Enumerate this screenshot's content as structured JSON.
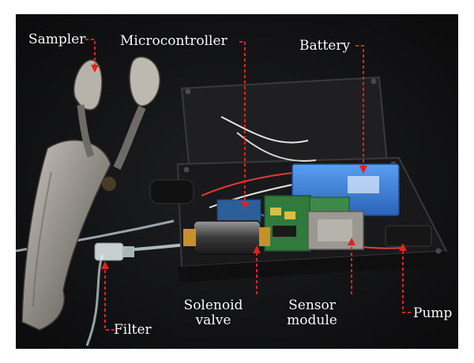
{
  "figure": {
    "labels": {
      "sampler": "Sampler",
      "microcontroller": "Microcontroller",
      "battery": "Battery",
      "filter": "Filter",
      "solenoid_line1": "Solenoid",
      "solenoid_line2": "valve",
      "sensor_line1": "Sensor",
      "sensor_line2": "module",
      "pump": "Pump"
    },
    "colors": {
      "background": "#111214",
      "annotation_arrow": "#e0241c",
      "label_text": "#ffffff",
      "battery_pack": "#3a7fd6",
      "circuit_board": "#2f7a3c",
      "enclosure": "#1c1c1e",
      "sampler_body": "#8a8680"
    }
  }
}
